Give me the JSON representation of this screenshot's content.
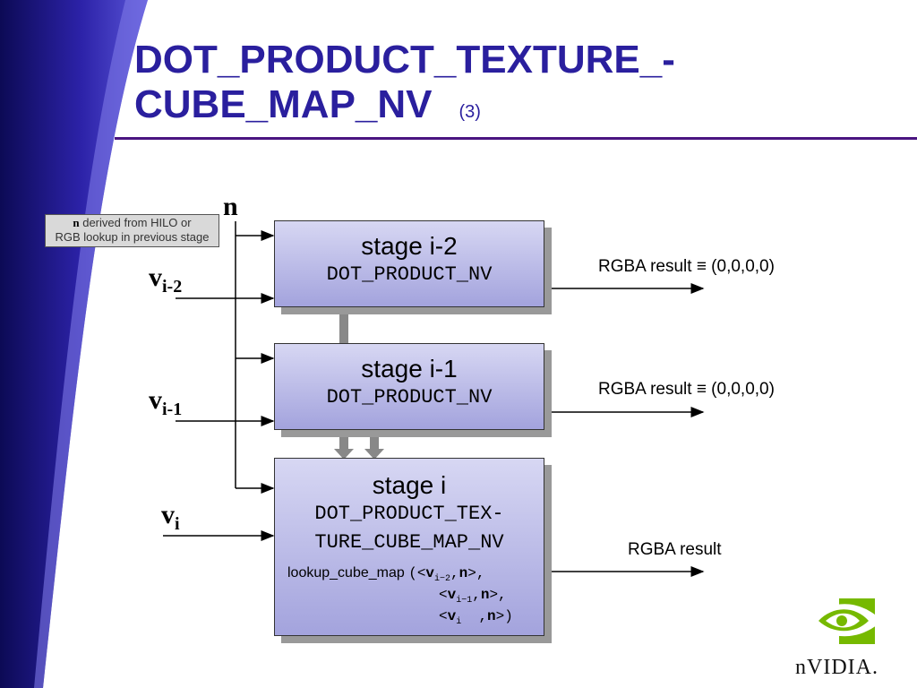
{
  "title": {
    "line1": "DOT_PRODUCT_TEXTURE_-",
    "line2": "CUBE_MAP_NV",
    "slide_num": "(3)"
  },
  "note": {
    "bold": "n",
    "rest1": " derived from HILO or",
    "line2": "RGB lookup in previous stage"
  },
  "n_label": "n",
  "inputs": [
    {
      "v": "v",
      "sub": "i-2"
    },
    {
      "v": "v",
      "sub": "i-1"
    },
    {
      "v": "v",
      "sub": "i"
    }
  ],
  "stages": [
    {
      "name": "stage i-2",
      "op": "DOT_PRODUCT_NV",
      "result": "RGBA result ≡ (0,0,0,0)"
    },
    {
      "name": "stage i-1",
      "op": "DOT_PRODUCT_NV",
      "result": "RGBA result ≡ (0,0,0,0)"
    },
    {
      "name": "stage i",
      "op1": "DOT_PRODUCT_TEX-",
      "op2": "TURE_CUBE_MAP_NV",
      "result": "RGBA result"
    }
  ],
  "lookup": {
    "func": "lookup_cube_map",
    "args": [
      {
        "open": "(<",
        "v": "v",
        "sub": "i−2",
        "n": "n",
        "close": ">,"
      },
      {
        "open": "<",
        "v": "v",
        "sub": "i−1",
        "n": "n",
        "close": ">,"
      },
      {
        "open": "<",
        "v": "v",
        "sub": "i",
        "n": "n",
        "close": ">)"
      }
    ]
  },
  "logo": {
    "text": "nVIDIA."
  },
  "colors": {
    "title": "#2a1f9e",
    "accent_line": "#4a1480",
    "stage_fill": "#b8b8e8",
    "logo_green": "#76b900"
  }
}
